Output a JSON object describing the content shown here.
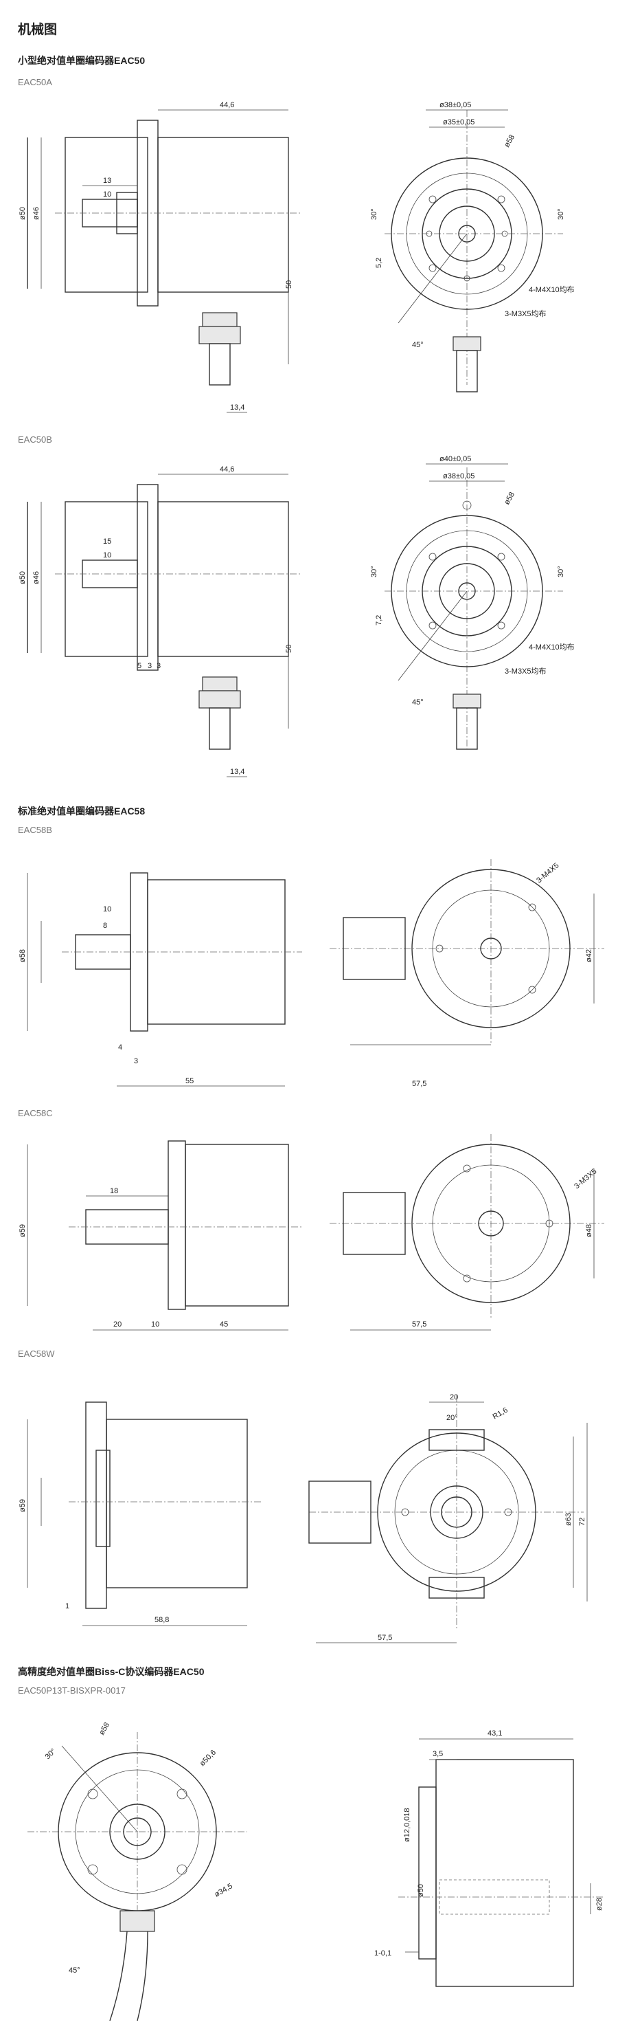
{
  "page": {
    "title": "机械图"
  },
  "sections": {
    "eac50": {
      "title": "小型绝对值单圈编码器EAC50",
      "a": {
        "label": "EAC50A",
        "side_dims": [
          "44,6",
          "13",
          "10",
          "50",
          "13,4",
          "ø50",
          "ø46"
        ],
        "front_dims": [
          "ø38±0,05",
          "ø35±0,05",
          "ø58",
          "30°",
          "30°",
          "5,2",
          "45°"
        ],
        "front_notes": [
          "4-M4X10均布",
          "3-M3X5均布"
        ]
      },
      "b": {
        "label": "EAC50B",
        "side_dims": [
          "44,6",
          "15",
          "10",
          "5",
          "3",
          "3",
          "50",
          "13,4",
          "ø50",
          "ø46"
        ],
        "front_dims": [
          "ø40±0,05",
          "ø38±0,05",
          "ø58",
          "30°",
          "30°",
          "7,2",
          "45°"
        ],
        "front_notes": [
          "4-M4X10均布",
          "3-M3X5均布"
        ]
      }
    },
    "eac58": {
      "title": "标准绝对值单圈编码器EAC58",
      "b": {
        "label": "EAC58B",
        "side_dims": [
          "ø58",
          "10",
          "8",
          "4",
          "3",
          "55"
        ],
        "front_dims": [
          "57,5",
          "ø42",
          "3-M4X5"
        ]
      },
      "c": {
        "label": "EAC58C",
        "side_dims": [
          "ø59",
          "18",
          "20",
          "10",
          "45"
        ],
        "front_dims": [
          "57,5",
          "ø48",
          "3-M3X5"
        ]
      },
      "w": {
        "label": "EAC58W",
        "side_dims": [
          "ø59",
          "1",
          "58,8"
        ],
        "front_dims": [
          "20",
          "20°",
          "R1,6",
          "ø63",
          "72",
          "57,5"
        ]
      }
    },
    "biss": {
      "title": "高精度绝对值单圈Biss-C协议编码器EAC50",
      "label": "EAC50P13T-BISXPR-0017",
      "front_dims": [
        "30°",
        "ø58",
        "ø50,6",
        "ø34,5",
        "45°"
      ],
      "side_dims": [
        "43,1",
        "3,5",
        "ø12,0,018",
        "ø50",
        "ø28",
        "1-0,1"
      ]
    }
  }
}
